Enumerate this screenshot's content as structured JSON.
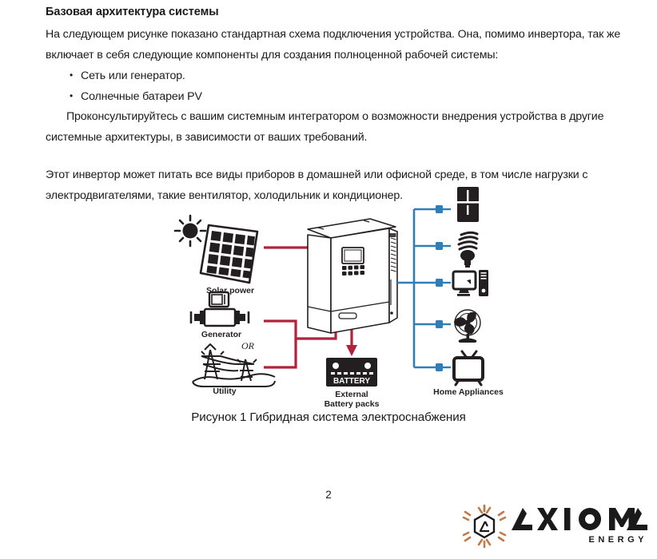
{
  "document": {
    "heading": "Базовая архитектура системы",
    "paragraphs": [
      "На следующем рисунке показано стандартная схема подключения устройства. Она, помимо инвертора, так же включает в себя следующие компоненты для создания полноценной рабочей системы:",
      "Проконсультируйтесь с вашим системным интегратором о возможности внедрения устройства в другие системные архитектуры, в зависимости от ваших требований.",
      "Этот инвертор может питать все виды приборов в домашней или офисной среде, в том числе нагрузки с электродвигателями, такие вентилятор, холодильник и кондиционер."
    ],
    "bullets": [
      "Сеть или генератор.",
      "Солнечные батареи PV"
    ],
    "figure_caption": "Рисунок 1 Гибридная система электроснабжения",
    "page_number": "2"
  },
  "figure": {
    "labels": {
      "solar": "Solar power",
      "generator": "Generator",
      "or": "OR",
      "utility": "Utility",
      "battery_badge": "BATTERY",
      "battery_line1": "External",
      "battery_line2": "Battery packs",
      "appliances": "Home Appliances"
    },
    "colors": {
      "dc_red": "#b0233f",
      "ac_blue": "#2e7eb8",
      "outline": "#231f20",
      "device_fill": "#ffffff"
    },
    "appliance_items": [
      "refrigerator-icon",
      "cfl-lamp-icon",
      "computer-icon",
      "fan-icon",
      "television-icon"
    ]
  },
  "logo": {
    "wordmark": "AXIOMA",
    "tagline": "ENERGY",
    "mark_color": "#c07a4a",
    "text_color": "#1a1a1a"
  }
}
